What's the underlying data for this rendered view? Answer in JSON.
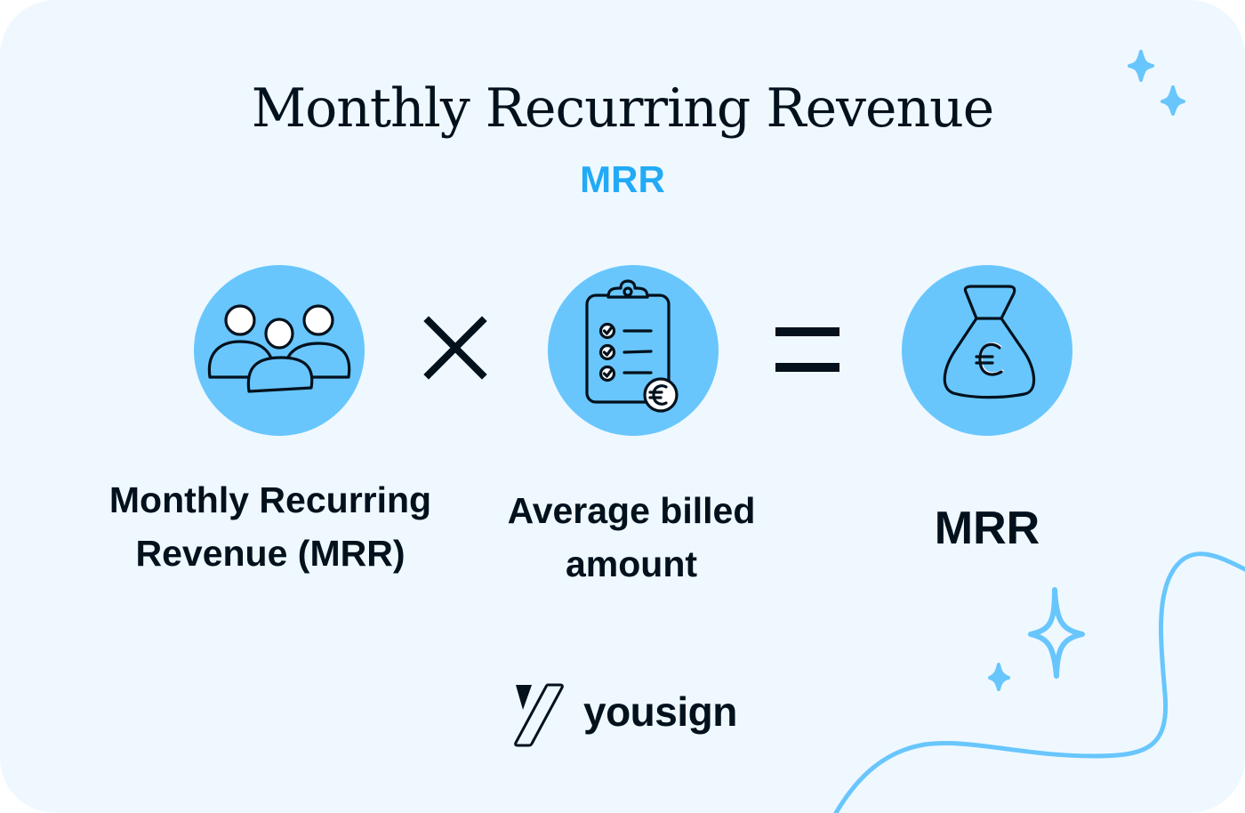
{
  "header": {
    "title": "Monthly Recurring Revenue",
    "subtitle": "MRR"
  },
  "formula": {
    "operands": [
      {
        "icon": "people-group-icon",
        "label_lines": [
          "Monthly Recurring",
          "Revenue (MRR)"
        ]
      },
      {
        "icon": "clipboard-euro-icon",
        "label_lines": [
          "Average billed",
          "amount"
        ]
      },
      {
        "icon": "money-bag-euro-icon",
        "label_lines": [
          "MRR"
        ]
      }
    ],
    "operators": [
      "multiply-icon",
      "equals-icon"
    ]
  },
  "brand": {
    "logo_icon": "yousign-logo-icon",
    "name": "yousign"
  },
  "colors": {
    "background": "#eff8ff",
    "circle": "#68c6fd",
    "accent": "#22aaf5",
    "text": "#02111c",
    "decoration": "#68c6fd"
  }
}
